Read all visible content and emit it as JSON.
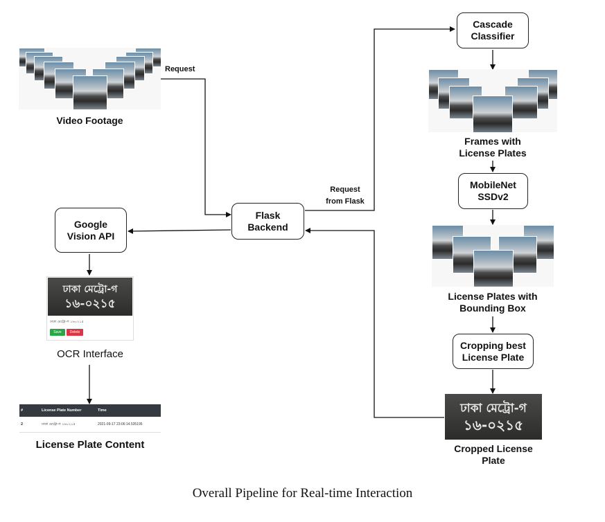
{
  "diagram": {
    "nodes": {
      "cascade": "Cascade\nClassifier",
      "mobilenet": "MobileNet\nSSDv2",
      "cropping": "Cropping best\nLicense Plate",
      "flask": "Flask\nBackend",
      "google": "Google\nVision API"
    },
    "labels": {
      "video_footage": "Video Footage",
      "frames": "Frames with\nLicense Plates",
      "plates_bbox": "License Plates with\nBounding Box",
      "cropped": "Cropped License\nPlate",
      "ocr_interface": "OCR Interface",
      "plate_content": "License Plate Content"
    },
    "edges": {
      "request": "Request",
      "request_from_flask": "Request\nfrom Flask"
    },
    "ocr_card": {
      "plate_line1": "ঢাকা মেট্রো-গ",
      "plate_line2": "১৬-০২১৫",
      "recognized_text": "ঢাকা মেট্রো-গ ১৬০২১৫",
      "save_label": "Save",
      "delete_label": "Delete"
    },
    "result_table": {
      "headers": [
        "#",
        "License Plate Number",
        "Time"
      ],
      "rows": [
        [
          "2",
          "ঢাকা মেট্রো-গ ১৬০২১৫",
          "2021-09-17 23:06:14.535195"
        ]
      ]
    },
    "caption": "Overall Pipeline for Real-time Interaction"
  },
  "colors": {
    "save_button": "#28a745",
    "delete_button": "#dc3545",
    "table_header": "#343a40"
  }
}
